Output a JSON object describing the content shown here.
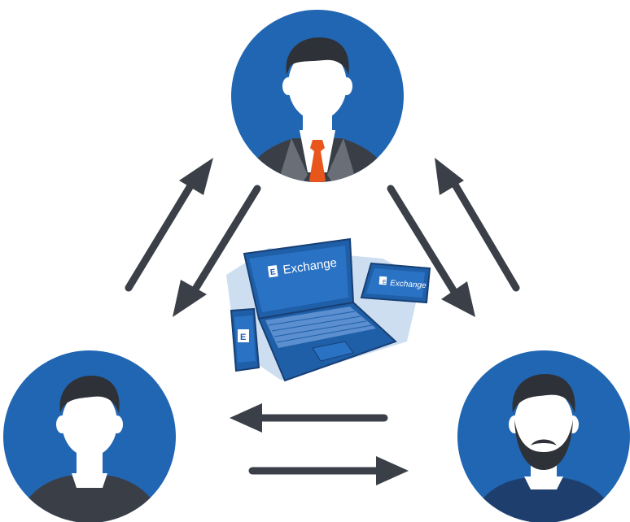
{
  "diagram": {
    "center_devices": {
      "laptop_label": "Exchange",
      "tablet_label": "Exchange",
      "phone_logo_letter": "E",
      "laptop_logo_letter": "E",
      "tablet_logo_letter": "E"
    },
    "nodes": [
      {
        "id": "user-top",
        "kind": "businessman",
        "icon": "businessman-avatar-icon"
      },
      {
        "id": "user-left",
        "kind": "person",
        "icon": "person-avatar-icon"
      },
      {
        "id": "user-right",
        "kind": "bearded-person",
        "icon": "bearded-person-avatar-icon"
      }
    ],
    "connections": [
      {
        "from": "user-left",
        "to": "user-top",
        "icon": "arrow-icon"
      },
      {
        "from": "user-top",
        "to": "user-left",
        "icon": "arrow-icon"
      },
      {
        "from": "user-top",
        "to": "user-right",
        "icon": "arrow-icon"
      },
      {
        "from": "user-right",
        "to": "user-top",
        "icon": "arrow-icon"
      },
      {
        "from": "user-right",
        "to": "user-left",
        "icon": "arrow-icon"
      },
      {
        "from": "user-left",
        "to": "user-right",
        "icon": "arrow-icon"
      }
    ],
    "colors": {
      "circle_blue": "#2166b3",
      "arrow_dark": "#3b4048",
      "device_blue": "#1f5fa8",
      "tie_orange": "#e8561c",
      "skin_white": "#ffffff",
      "hair_dark": "#2e3238"
    }
  }
}
